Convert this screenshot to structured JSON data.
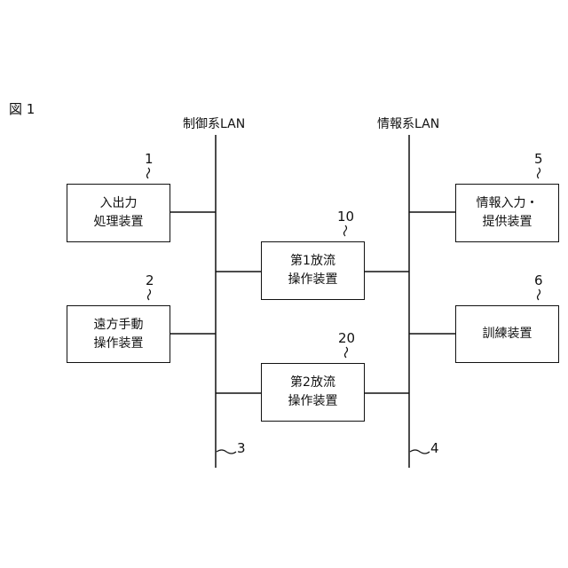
{
  "figure_label": "図 1",
  "buses": {
    "control": {
      "label": "制御系LAN",
      "ref": "3"
    },
    "info": {
      "label": "情報系LAN",
      "ref": "4"
    }
  },
  "nodes": {
    "io": {
      "ref": "1",
      "line1": "入出力",
      "line2": "処理装置"
    },
    "remote": {
      "ref": "2",
      "line1": "遠方手動",
      "line2": "操作装置"
    },
    "first": {
      "ref": "10",
      "line1": "第1放流",
      "line2": "操作装置"
    },
    "second": {
      "ref": "20",
      "line1": "第2放流",
      "line2": "操作装置"
    },
    "info_io": {
      "ref": "5",
      "line1": "情報入力・",
      "line2": "提供装置"
    },
    "training": {
      "ref": "6",
      "line1": "訓練装置"
    }
  }
}
